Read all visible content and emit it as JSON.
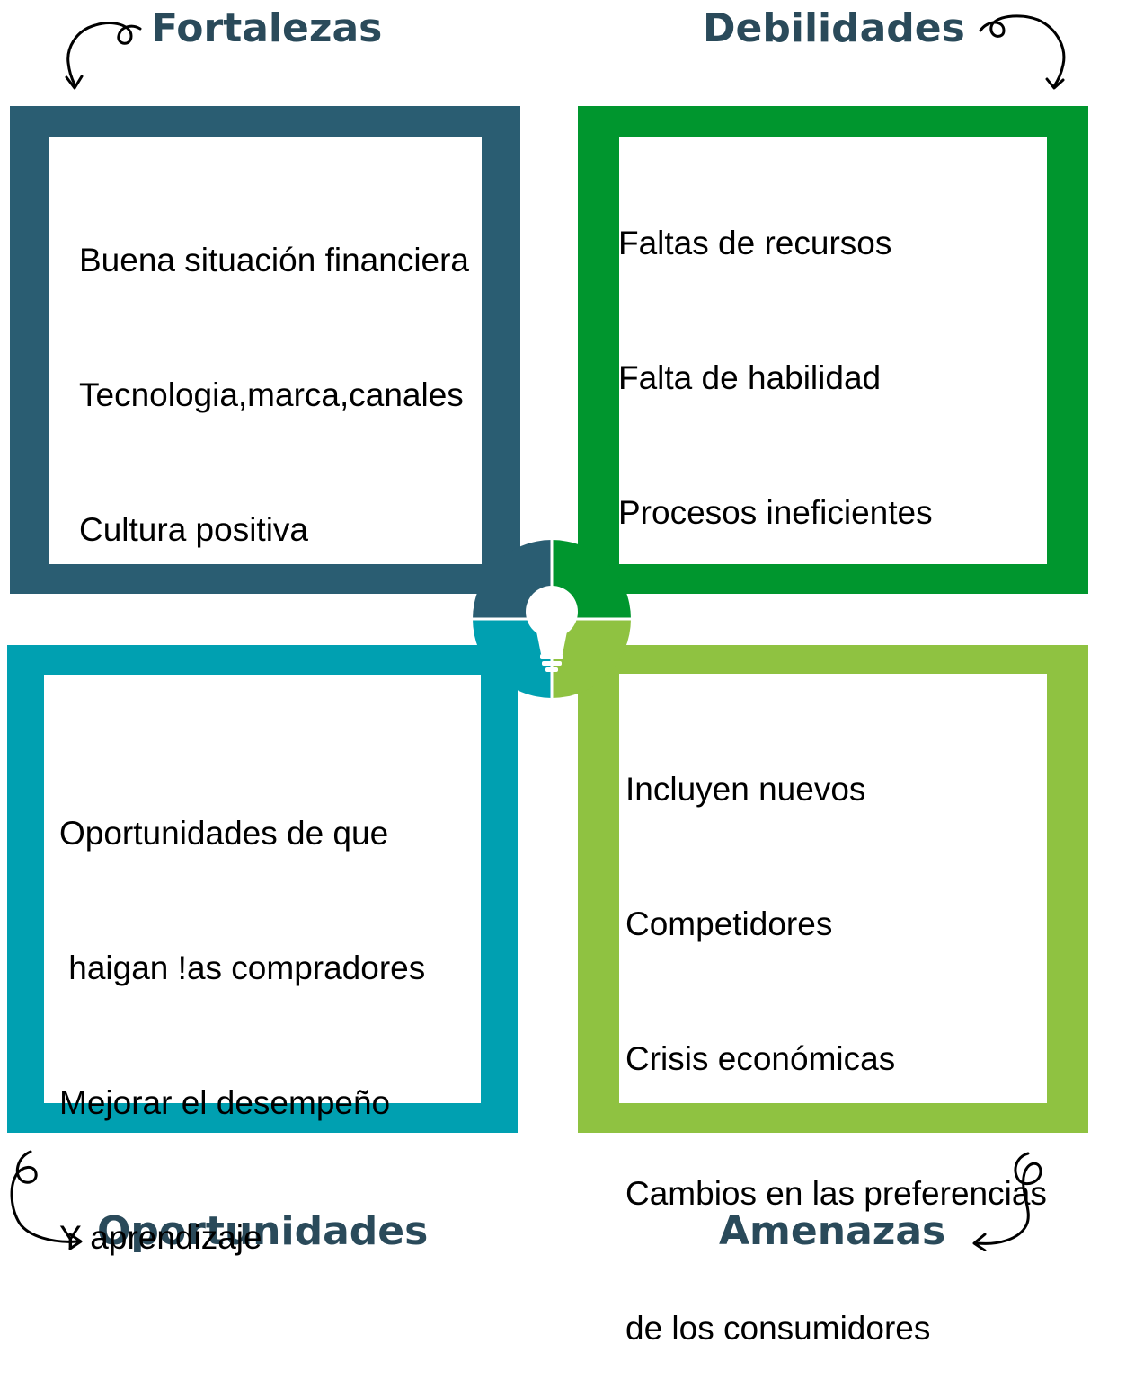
{
  "quadrants": {
    "fortalezas": {
      "title": "Fortalezas",
      "color": "#2a5d72",
      "lines": [
        "Buena situación financiera",
        "Tecnologia,marca,canales",
        "Cultura positiva"
      ]
    },
    "debilidades": {
      "title": "Debilidades",
      "color": "#00962e",
      "lines": [
        "Faltas de recursos",
        "Falta de habilidad",
        "Procesos ineficientes"
      ]
    },
    "oportunidades": {
      "title": "Oportunidades",
      "color": "#00a0b1",
      "lines": [
        "Oportunidades de que",
        " haigan !as compradores",
        "Mejorar el desempeño",
        "Y aprendizaje"
      ]
    },
    "amenazas": {
      "title": "Amenazas",
      "color": "#8fc241",
      "lines": [
        "Incluyen nuevos",
        "Competidores",
        "Crisis económicas",
        "Cambios en las preferencias",
        "de los consumidores"
      ]
    }
  },
  "heading_color": "#2a4a5a",
  "icons": {
    "center": "lightbulb-icon",
    "arrows": "curly-arrow-icon"
  }
}
